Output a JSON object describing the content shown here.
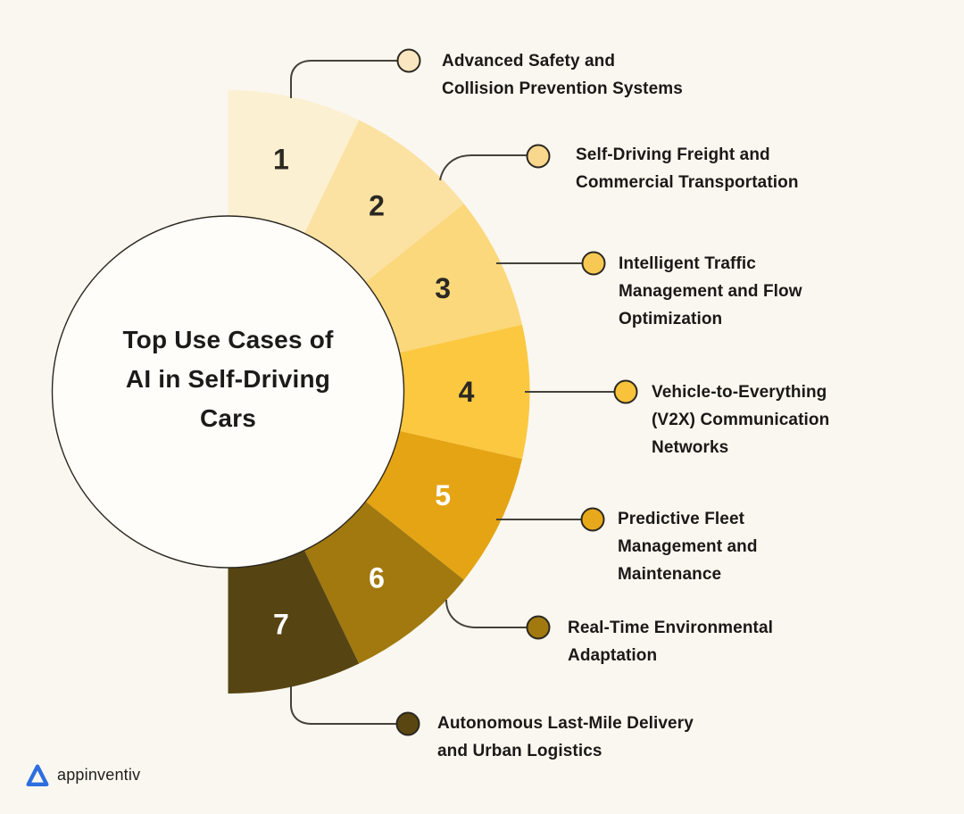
{
  "title": {
    "lines": [
      "Top Use Cases of",
      "AI in Self-Driving",
      "Cars"
    ]
  },
  "segments": [
    {
      "rank": "1",
      "label": "Advanced Safety and Collision Prevention Systems",
      "label_lines": [
        "Advanced Safety and",
        "Collision Prevention Systems"
      ],
      "wedge_color": "#FCF0D2",
      "dot_color": "#FAE7C1",
      "number_color": "#2B2823"
    },
    {
      "rank": "2",
      "label": "Self-Driving Freight and Commercial Transportation",
      "label_lines": [
        "Self-Driving Freight and",
        "Commercial Transportation"
      ],
      "wedge_color": "#FBE2A3",
      "dot_color": "#F9D78C",
      "number_color": "#2B2823"
    },
    {
      "rank": "3",
      "label": "Intelligent Traffic Management and Flow Optimization",
      "label_lines": [
        "Intelligent Traffic",
        "Management and Flow",
        "Optimization"
      ],
      "wedge_color": "#FBD87B",
      "dot_color": "#F7C853",
      "number_color": "#2B2823"
    },
    {
      "rank": "4",
      "label": "Vehicle-to-Everything (V2X) Communication Networks",
      "label_lines": [
        "Vehicle-to-Everything",
        "(V2X) Communication",
        "Networks"
      ],
      "wedge_color": "#FBC840",
      "dot_color": "#F8C23A",
      "number_color": "#2B2823"
    },
    {
      "rank": "5",
      "label": "Predictive Fleet Management and Maintenance",
      "label_lines": [
        "Predictive Fleet",
        "Management and",
        "Maintenance"
      ],
      "wedge_color": "#E5A413",
      "dot_color": "#E8A81C",
      "number_color": "#FFFFFF"
    },
    {
      "rank": "6",
      "label": "Real-Time Environmental Adaptation",
      "label_lines": [
        "Real-Time Environmental",
        "Adaptation"
      ],
      "wedge_color": "#A1790F",
      "dot_color": "#A1790F",
      "number_color": "#FFFFFF"
    },
    {
      "rank": "7",
      "label": "Autonomous Last-Mile Delivery and Urban Logistics",
      "label_lines": [
        "Autonomous Last-Mile Delivery",
        "and Urban Logistics"
      ],
      "wedge_color": "#564512",
      "dot_color": "#5A4610",
      "number_color": "#FFFFFF"
    }
  ],
  "brand": {
    "name": "appinventiv",
    "mark_color": "#2D6EE0"
  },
  "colors": {
    "background": "#FAF7F0",
    "circle_fill": "#FFFDF9",
    "outline": "#2B2821",
    "line": "#45423B",
    "label_text": "#1B1917"
  }
}
